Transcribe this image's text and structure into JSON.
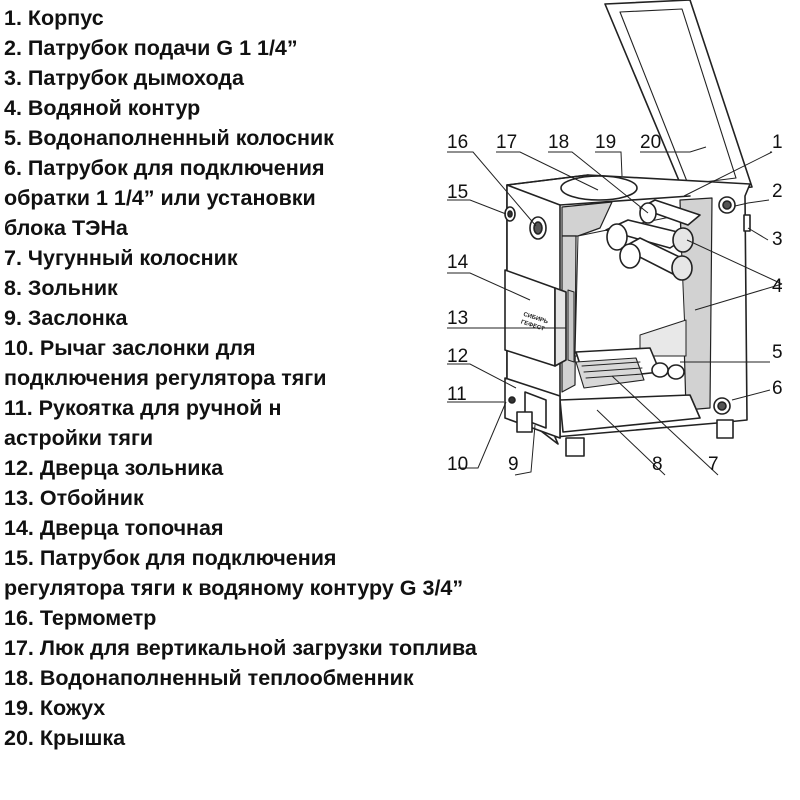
{
  "legend": [
    [
      "1. Корпус"
    ],
    [
      "2. Патрубок подачи G 1 1/4”"
    ],
    [
      "3. Патрубок дымохода"
    ],
    [
      "4. Водяной контур"
    ],
    [
      "5. Водонаполненный колосник"
    ],
    [
      "6. Патрубок для подключения",
      "обратки 1 1/4” или установки",
      "блока ТЭНа"
    ],
    [
      "7. Чугунный колосник"
    ],
    [
      "8. Зольник"
    ],
    [
      "9. Заслонка"
    ],
    [
      "10. Рычаг заслонки для",
      "подключения регулятора тяги"
    ],
    [
      "11. Рукоятка для ручной н",
      "астройки тяги"
    ],
    [
      "12. Дверца зольника"
    ],
    [
      "13. Отбойник"
    ],
    [
      "14. Дверца топочная"
    ],
    [
      "15. Патрубок для подключения",
      "регулятора тяги к водяному контуру G 3/4”"
    ],
    [
      "16. Термометр"
    ],
    [
      "17. Люк для вертикальной загрузки топлива"
    ],
    [
      "18. Водонаполненный теплообменник"
    ],
    [
      "19. Кожух"
    ],
    [
      "20. Крышка"
    ]
  ],
  "callouts": {
    "c1": "1",
    "c2": "2",
    "c3": "3",
    "c4": "4",
    "c5": "5",
    "c6": "6",
    "c7": "7",
    "c8": "8",
    "c9": "9",
    "c10": "10",
    "c11": "11",
    "c12": "12",
    "c13": "13",
    "c14": "14",
    "c15": "15",
    "c16": "16",
    "c17": "17",
    "c18": "18",
    "c19": "19",
    "c20": "20"
  },
  "nameplate": {
    "line1": "СИБИРЬ",
    "line2": "ГЕФЕСТ"
  }
}
